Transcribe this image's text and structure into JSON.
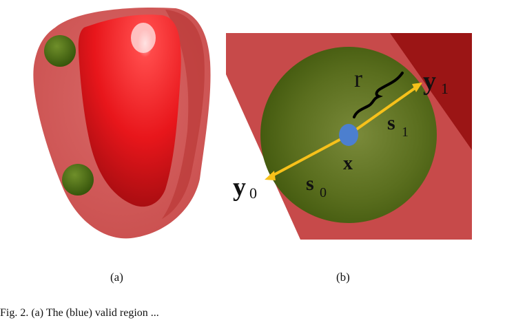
{
  "figure": {
    "panel_a_label": "(a)",
    "panel_b_label": "(b)",
    "caption": "Fig. 2. (a) The (blue) valid region ..."
  },
  "diagram_b": {
    "r": "r",
    "y1_base": "y",
    "y1_sub": "1",
    "s1_base": "s",
    "s1_sub": "1",
    "x": "x",
    "y0_base": "y",
    "y0_sub": "0",
    "s0_base": "s",
    "s0_sub": "0"
  },
  "colors": {
    "outer_shell": "#c8403f",
    "inner_heart": "#e8161b",
    "sphere": "#4b6b12",
    "arrow": "#f7c11a",
    "center_point": "#4c7fcf"
  }
}
